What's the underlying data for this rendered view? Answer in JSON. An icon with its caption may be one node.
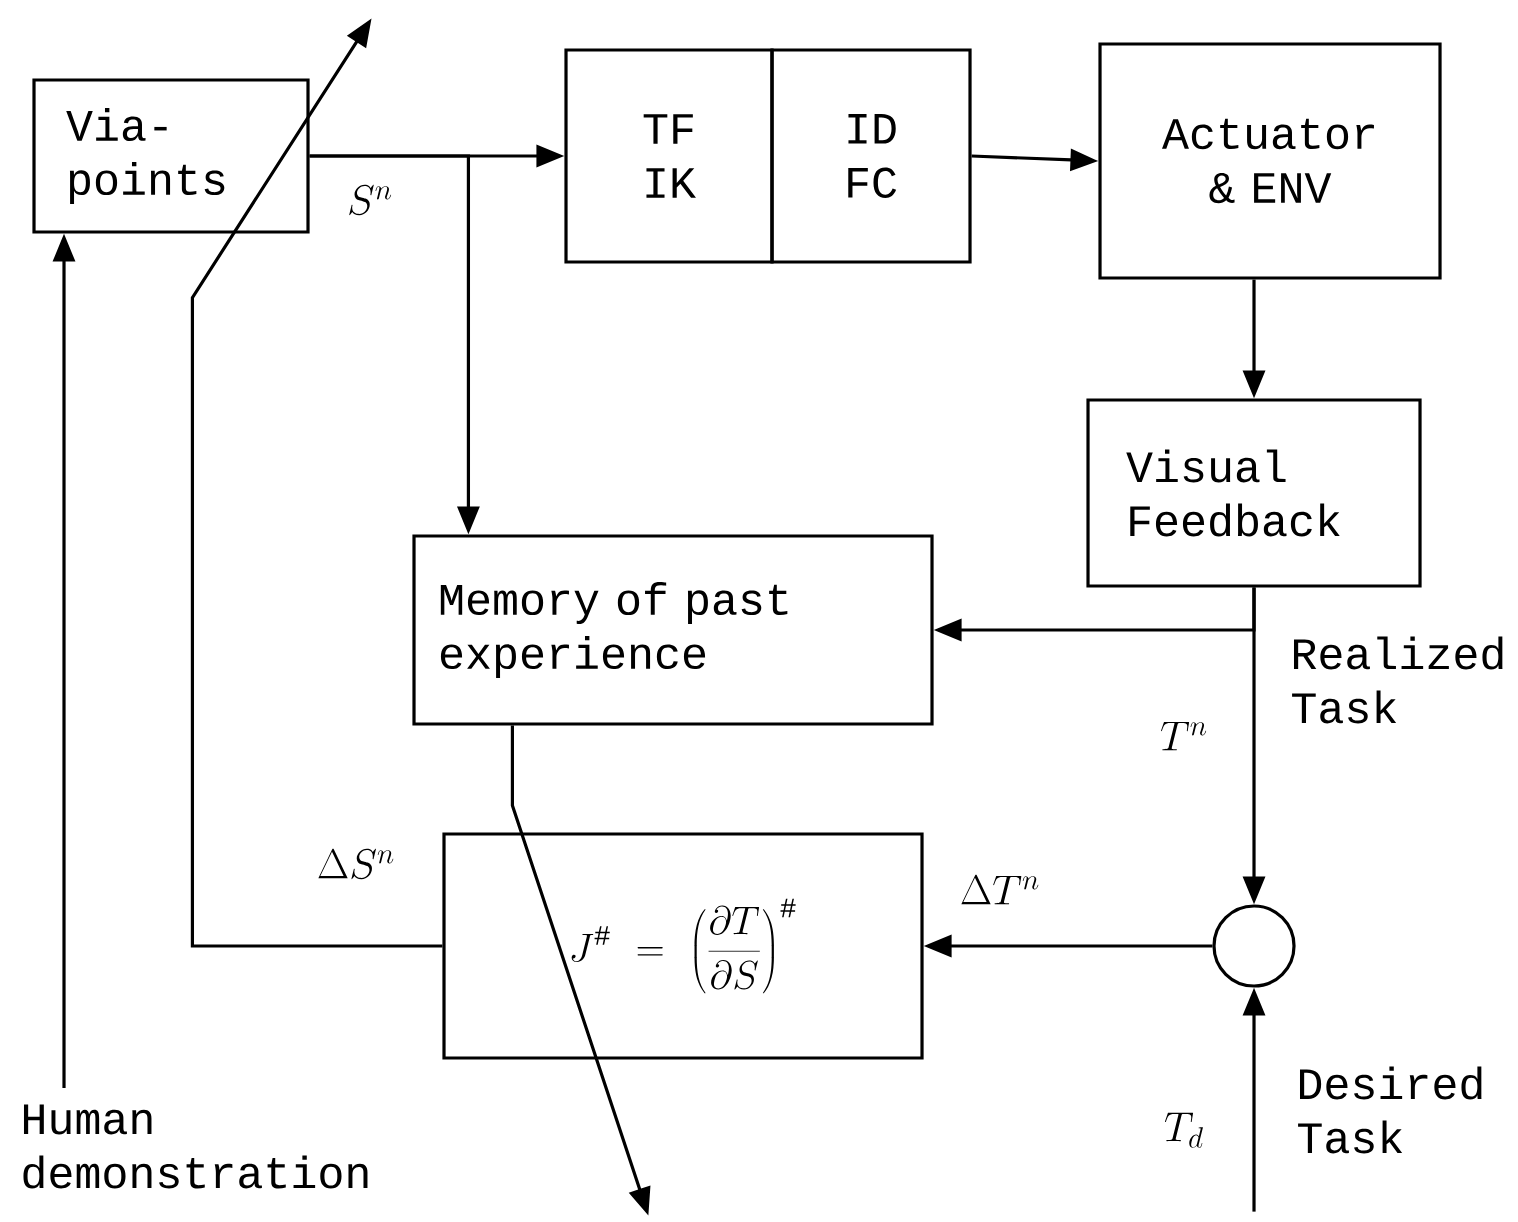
{
  "diagram": {
    "nodes": [
      {
        "text": [
          "Via-points"
        ]
      },
      {
        "text": [
          "TF IK"
        ]
      },
      {
        "text": [
          "ID FC"
        ]
      },
      {
        "text": [
          "Actuator & ENV"
        ]
      },
      {
        "text": [
          "Visual Feedback"
        ]
      },
      {
        "text": [
          "Memory of past experience"
        ]
      },
      {
        "text": [
          "J^{\\#} = \\left(\\frac{\\partial T}{\\partial S}\\right)^{\\#}"
        ]
      },
      {
        "text": [],
        "shape": "circle"
      },
      {
        "text": [
          "Human demonstration"
        ]
      }
    ],
    "edges": [
      {
        "from": 0,
        "to": 1,
        "arrow": "to",
        "label": "S^{n}"
      },
      {
        "from": 0,
        "to": 5,
        "arrow": "to"
      },
      {
        "from": 2,
        "to": 3,
        "arrow": "to"
      },
      {
        "from": 3,
        "to": 4,
        "arrow": "to"
      },
      {
        "from": 4,
        "to": 5,
        "arrow": "to"
      },
      {
        "from": 4,
        "to": 7,
        "arrow": "to",
        "label": "T^{n}"
      },
      {
        "from": 7,
        "to": 6,
        "arrow": "to",
        "label": "\\Delta T^{n}"
      },
      {
        "from": 6,
        "to": 0,
        "arrow": "to",
        "label": "\\Delta S^{n}"
      },
      {
        "from": 5,
        "to": 6,
        "arrow": "to"
      },
      {
        "from": 8,
        "to": 0,
        "arrow": "to"
      },
      {
        "from": null,
        "to": 7,
        "arrow": "to",
        "label": "T_{d}"
      }
    ],
    "labels": [
      "Realized Task",
      "Desired Task"
    ]
  }
}
